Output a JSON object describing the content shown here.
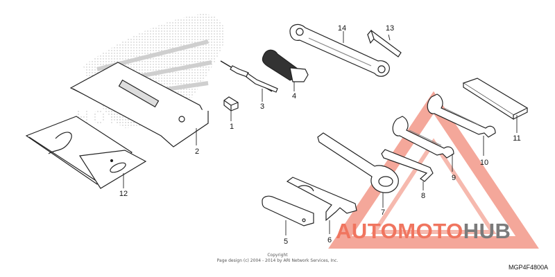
{
  "diagram": {
    "code": "MGP4F4800A",
    "copyright_line1": "Copyright",
    "copyright_line2": "Page design (c) 2004 - 2014 by ARI Network Services, Inc.",
    "background_logo_text": "HONDA",
    "parts": [
      {
        "id": "1",
        "label": "1"
      },
      {
        "id": "2",
        "label": "2"
      },
      {
        "id": "3",
        "label": "3"
      },
      {
        "id": "4",
        "label": "4"
      },
      {
        "id": "5",
        "label": "5"
      },
      {
        "id": "6",
        "label": "6"
      },
      {
        "id": "7",
        "label": "7"
      },
      {
        "id": "8",
        "label": "8"
      },
      {
        "id": "9",
        "label": "9"
      },
      {
        "id": "10",
        "label": "10"
      },
      {
        "id": "11",
        "label": "11"
      },
      {
        "id": "12",
        "label": "12"
      },
      {
        "id": "13",
        "label": "13"
      },
      {
        "id": "14",
        "label": "14"
      }
    ]
  },
  "watermark": {
    "part1": "AUTOMOTO",
    "part2": "HUB",
    "accent_color": "#f0755f",
    "secondary_color": "#7b7b7b"
  }
}
